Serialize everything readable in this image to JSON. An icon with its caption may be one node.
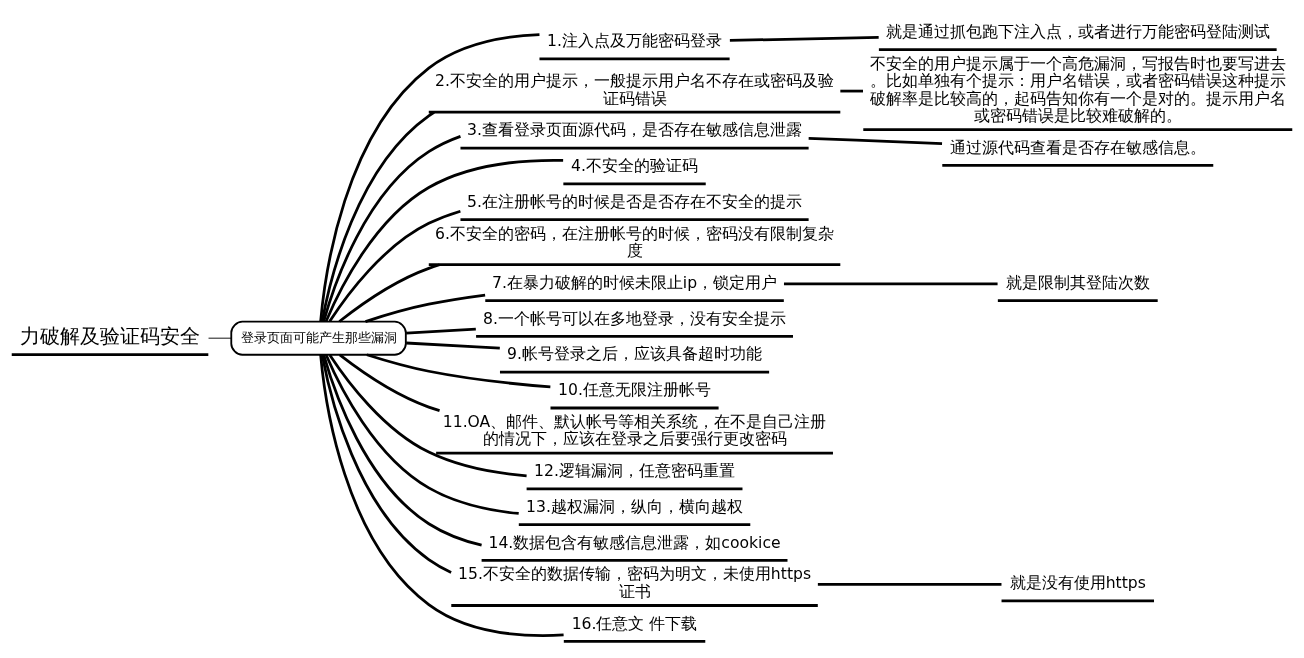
{
  "diagram": {
    "nodes": [
      {
        "text": [
          "力破解及验证码安全"
        ]
      },
      {
        "text": [
          "登录页面可能产生那些漏洞"
        ]
      },
      {
        "text": [
          "1.注入点及万能密码登录"
        ]
      },
      {
        "text": [
          "2.不安全的用户提示，一般提示用户名不存在或密码及验证码错误"
        ]
      },
      {
        "text": [
          "3.查看登录页面源代码，是否存在敏感信息泄露"
        ]
      },
      {
        "text": [
          "4.不安全的验证码"
        ]
      },
      {
        "text": [
          "5.在注册帐号的时候是否是否存在不安全的提示"
        ]
      },
      {
        "text": [
          "6.不安全的密码，在注册帐号的时候，密码没有限制复杂度"
        ]
      },
      {
        "text": [
          "7.在暴力破解的时候未限止ip，锁定用户"
        ]
      },
      {
        "text": [
          "8.一个帐号可以在多地登录，没有安全提示"
        ]
      },
      {
        "text": [
          "9.帐号登录之后，应该具备超时功能"
        ]
      },
      {
        "text": [
          "10.任意无限注册帐号"
        ]
      },
      {
        "text": [
          "11.OA、邮件、默认帐号等相关系统，在不是自己注册的情况下，应该在登录之后要强行更改密码"
        ]
      },
      {
        "text": [
          "12.逻辑漏洞，任意密码重置"
        ]
      },
      {
        "text": [
          "13.越权漏洞，纵向，横向越权"
        ]
      },
      {
        "text": [
          "14.数据包含有敏感信息泄露，如cookice"
        ]
      },
      {
        "text": [
          "15.不安全的数据传输，密码为明文，未使用https证书"
        ]
      },
      {
        "text": [
          "16.任意文 件下载"
        ]
      },
      {
        "text": [
          "就是通过抓包跑下注入点，或者进行万能密码登陆测试"
        ]
      },
      {
        "text": [
          "不安全的用户提示属于一个高危漏洞，写报告时也要写进去。比如单独有个提示：用户名错误，或者密码错误这种提示破解率是比较高的，起码告知你有一个是对的。提示用户名或密码错误是比较难破解的。"
        ]
      },
      {
        "text": [
          "通过源代码查看是否存在敏感信息。"
        ]
      },
      {
        "text": [
          "就是限制其登陆次数"
        ]
      },
      {
        "text": [
          "就是没有使用https"
        ]
      }
    ],
    "edges": [
      {
        "from": 0,
        "to": 1,
        "arrow": "none"
      },
      {
        "from": 1,
        "to": 2,
        "arrow": "none"
      },
      {
        "from": 1,
        "to": 3,
        "arrow": "none"
      },
      {
        "from": 1,
        "to": 4,
        "arrow": "none"
      },
      {
        "from": 1,
        "to": 5,
        "arrow": "none"
      },
      {
        "from": 1,
        "to": 6,
        "arrow": "none"
      },
      {
        "from": 1,
        "to": 7,
        "arrow": "none"
      },
      {
        "from": 1,
        "to": 8,
        "arrow": "none"
      },
      {
        "from": 1,
        "to": 9,
        "arrow": "none"
      },
      {
        "from": 1,
        "to": 10,
        "arrow": "none"
      },
      {
        "from": 1,
        "to": 11,
        "arrow": "none"
      },
      {
        "from": 1,
        "to": 12,
        "arrow": "none"
      },
      {
        "from": 1,
        "to": 13,
        "arrow": "none"
      },
      {
        "from": 1,
        "to": 14,
        "arrow": "none"
      },
      {
        "from": 1,
        "to": 15,
        "arrow": "none"
      },
      {
        "from": 1,
        "to": 16,
        "arrow": "none"
      },
      {
        "from": 1,
        "to": 17,
        "arrow": "none"
      },
      {
        "from": 2,
        "to": 18,
        "arrow": "none"
      },
      {
        "from": 3,
        "to": 19,
        "arrow": "none"
      },
      {
        "from": 4,
        "to": 20,
        "arrow": "none"
      },
      {
        "from": 8,
        "to": 21,
        "arrow": "none"
      },
      {
        "from": 16,
        "to": 22,
        "arrow": "none"
      }
    ]
  }
}
